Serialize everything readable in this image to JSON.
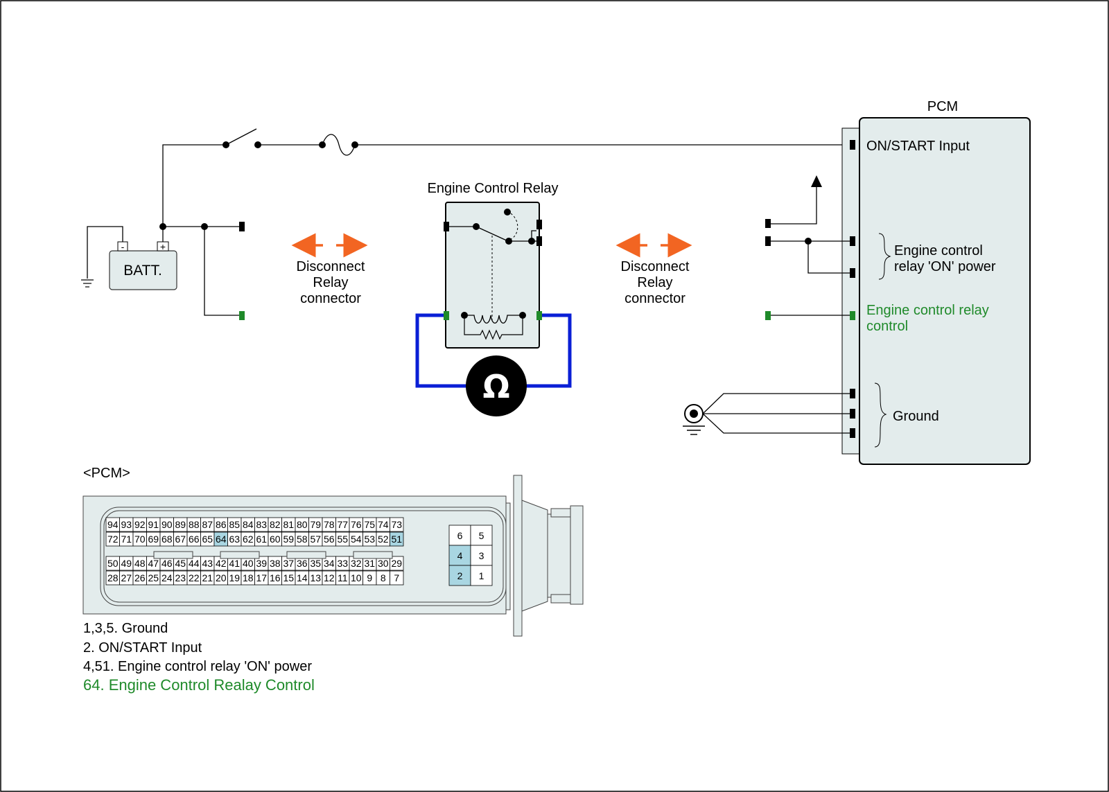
{
  "colors": {
    "module_fill": "#e3ecec",
    "green_signal": "#1f8a2a",
    "orange_arrow": "#f26522",
    "meter_leads": "#0a1fd6",
    "pin_highlight": "#a9d6e2"
  },
  "icons": {
    "ground": "ground-icon",
    "chassis_ground": "chassis-ground-icon",
    "ohmmeter": "ohmmeter-icon",
    "fuse": "fuse-icon",
    "switch": "ignition-switch-icon"
  },
  "battery": {
    "label": "BATT.",
    "neg": "-",
    "pos": "+"
  },
  "relay": {
    "title": "Engine Control Relay"
  },
  "disconnect_left": {
    "line1": "Disconnect",
    "line2": "Relay",
    "line3": "connector"
  },
  "disconnect_right": {
    "line1": "Disconnect",
    "line2": "Relay",
    "line3": "connector"
  },
  "ohmmeter": {
    "symbol": "Ω"
  },
  "pcm": {
    "title": "PCM",
    "on_start": "ON/START Input",
    "relay_power_1": "Engine control",
    "relay_power_2": "relay 'ON' power",
    "relay_control_1": "Engine control relay",
    "relay_control_2": "control",
    "ground": "Ground"
  },
  "connector": {
    "title": "<PCM>",
    "rows": [
      [
        "94",
        "93",
        "92",
        "91",
        "90",
        "89",
        "88",
        "87",
        "86",
        "85",
        "84",
        "83",
        "82",
        "81",
        "80",
        "79",
        "78",
        "77",
        "76",
        "75",
        "74",
        "73"
      ],
      [
        "72",
        "71",
        "70",
        "69",
        "68",
        "67",
        "66",
        "65",
        "64",
        "63",
        "62",
        "61",
        "60",
        "59",
        "58",
        "57",
        "56",
        "55",
        "54",
        "53",
        "52",
        "51"
      ],
      [
        "50",
        "49",
        "48",
        "47",
        "46",
        "45",
        "44",
        "43",
        "42",
        "41",
        "40",
        "39",
        "38",
        "37",
        "36",
        "35",
        "34",
        "33",
        "32",
        "31",
        "30",
        "29"
      ],
      [
        "28",
        "27",
        "26",
        "25",
        "24",
        "23",
        "22",
        "21",
        "20",
        "19",
        "18",
        "17",
        "16",
        "15",
        "14",
        "13",
        "12",
        "11",
        "10",
        "9",
        "8",
        "7"
      ]
    ],
    "highlighted": [
      "64",
      "51",
      "4",
      "2"
    ],
    "small_block": [
      [
        "6",
        "5"
      ],
      [
        "4",
        "3"
      ],
      [
        "2",
        "1"
      ]
    ]
  },
  "legend": [
    {
      "text": "1,3,5. Ground",
      "color": "#000000"
    },
    {
      "text": "2. ON/START Input",
      "color": "#000000"
    },
    {
      "text": "4,51. Engine control relay 'ON' power",
      "color": "#000000"
    },
    {
      "text": "64. Engine Control Realay Control",
      "color": "#1f8a2a"
    }
  ]
}
